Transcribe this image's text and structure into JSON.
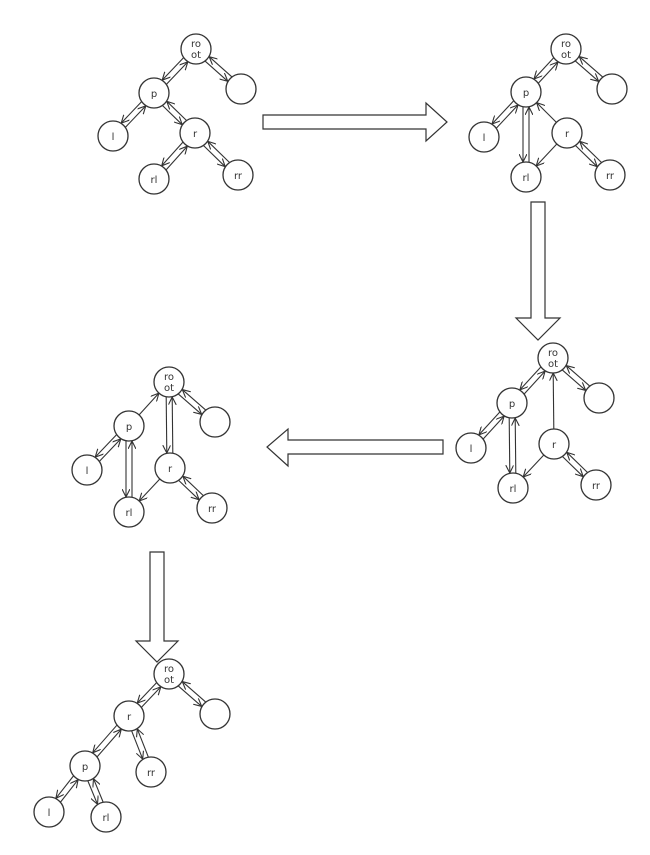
{
  "colors": {
    "stroke": "#333333",
    "fill": "#ffffff"
  },
  "labels": {
    "root_line1": "ro",
    "root_line2": "ot",
    "p": "p",
    "l": "l",
    "r": "r",
    "rl": "rl",
    "rr": "rr",
    "sibling": ""
  },
  "stages": [
    {
      "id": "stage1",
      "nodes": [
        "root",
        "p",
        "sib",
        "l",
        "r",
        "rl",
        "rr"
      ],
      "links": [
        {
          "a": "root",
          "b": "p",
          "pair": true
        },
        {
          "a": "root",
          "b": "sib",
          "pair": true
        },
        {
          "a": "p",
          "b": "l",
          "pair": true
        },
        {
          "a": "p",
          "b": "r",
          "pair": true
        },
        {
          "a": "r",
          "b": "rl",
          "pair": true
        },
        {
          "a": "r",
          "b": "rr",
          "pair": true
        }
      ]
    },
    {
      "id": "stage2",
      "nodes": [
        "root",
        "p",
        "sib",
        "l",
        "r",
        "rl",
        "rr"
      ],
      "links": [
        {
          "a": "root",
          "b": "p",
          "pair": true
        },
        {
          "a": "root",
          "b": "sib",
          "pair": true
        },
        {
          "a": "p",
          "b": "l",
          "pair": true
        },
        {
          "a": "p",
          "b": "rl",
          "pair": true
        },
        {
          "a": "r",
          "b": "p",
          "pair": false
        },
        {
          "a": "r",
          "b": "rl",
          "pair": false
        },
        {
          "a": "r",
          "b": "rr",
          "pair": true
        }
      ]
    },
    {
      "id": "stage3",
      "nodes": [
        "root",
        "p",
        "sib",
        "l",
        "r",
        "rl",
        "rr"
      ],
      "links": [
        {
          "a": "root",
          "b": "p",
          "pair": true
        },
        {
          "a": "root",
          "b": "sib",
          "pair": true
        },
        {
          "a": "p",
          "b": "l",
          "pair": true
        },
        {
          "a": "p",
          "b": "rl",
          "pair": true
        },
        {
          "a": "r",
          "b": "root",
          "pair": false
        },
        {
          "a": "r",
          "b": "rl",
          "pair": false
        },
        {
          "a": "r",
          "b": "rr",
          "pair": true
        }
      ]
    },
    {
      "id": "stage4",
      "nodes": [
        "root",
        "p",
        "sib",
        "l",
        "r",
        "rl",
        "rr"
      ],
      "links": [
        {
          "a": "p",
          "b": "root",
          "pair": false
        },
        {
          "a": "root",
          "b": "r",
          "pair": true
        },
        {
          "a": "root",
          "b": "sib",
          "pair": true
        },
        {
          "a": "p",
          "b": "l",
          "pair": true
        },
        {
          "a": "p",
          "b": "rl",
          "pair": true
        },
        {
          "a": "r",
          "b": "rl",
          "pair": false
        },
        {
          "a": "r",
          "b": "rr",
          "pair": true
        }
      ]
    },
    {
      "id": "stage5",
      "nodes": [
        "root",
        "r",
        "sib",
        "p",
        "rr",
        "l",
        "rl"
      ],
      "links": [
        {
          "a": "root",
          "b": "r",
          "pair": true
        },
        {
          "a": "root",
          "b": "sib",
          "pair": true
        },
        {
          "a": "r",
          "b": "p",
          "pair": true
        },
        {
          "a": "r",
          "b": "rr",
          "pair": true
        },
        {
          "a": "p",
          "b": "l",
          "pair": true
        },
        {
          "a": "p",
          "b": "rl",
          "pair": true
        }
      ]
    }
  ],
  "transitions": [
    {
      "from": "stage1",
      "to": "stage2",
      "direction": "right"
    },
    {
      "from": "stage2",
      "to": "stage3",
      "direction": "down"
    },
    {
      "from": "stage3",
      "to": "stage4",
      "direction": "left"
    },
    {
      "from": "stage4",
      "to": "stage5",
      "direction": "down"
    }
  ]
}
